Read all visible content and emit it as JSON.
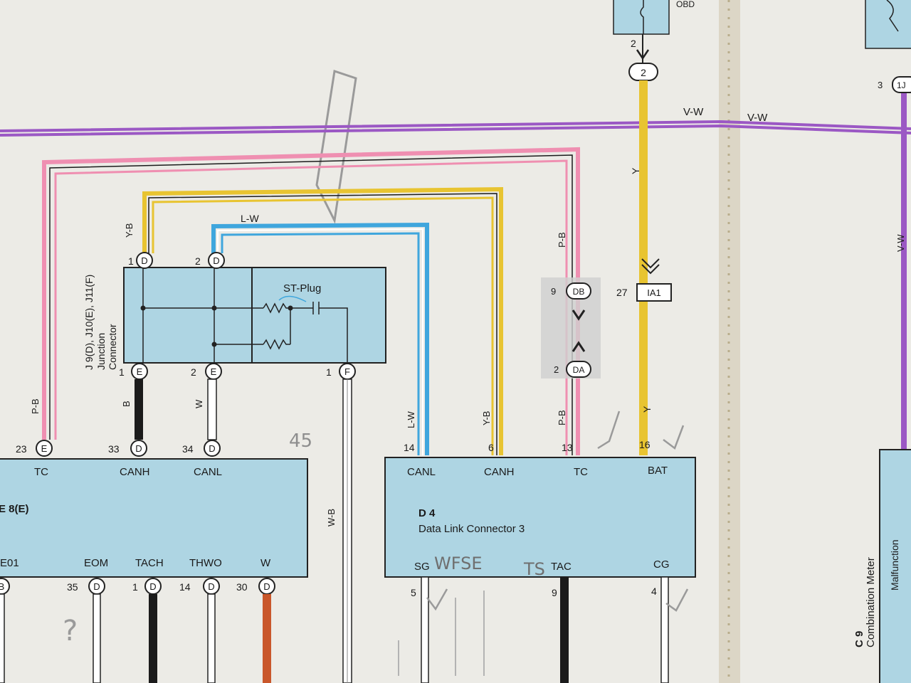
{
  "wires": {
    "v_w": "V-W",
    "y": "Y",
    "p_b": "P-B",
    "y_b": "Y-B",
    "l_w": "L-W",
    "b": "B",
    "w": "W",
    "w_b": "W-B"
  },
  "top": {
    "obd": "OBD",
    "pin2": "2",
    "conn2": "2",
    "pin3": "3",
    "conn1j": "1J"
  },
  "junction": {
    "line1": "J 9(D), J10(E), J11(F)",
    "line2": "Junction",
    "line3": "Connector",
    "st_plug": "ST-Plug",
    "pins": [
      {
        "num": "1",
        "letter": "D"
      },
      {
        "num": "2",
        "letter": "D"
      },
      {
        "num": "1",
        "letter": "E"
      },
      {
        "num": "2",
        "letter": "E"
      },
      {
        "num": "1",
        "letter": "F"
      }
    ]
  },
  "inline": {
    "db_num": "9",
    "db": "DB",
    "da_num": "2",
    "da": "DA",
    "ia1_num": "27",
    "ia1": "IA1"
  },
  "ecu": {
    "name": "E 8(E)",
    "top_pins": [
      {
        "num": "23",
        "letter": "E",
        "label": "TC"
      },
      {
        "num": "33",
        "letter": "D",
        "label": "CANH"
      },
      {
        "num": "34",
        "letter": "D",
        "label": "CANL"
      }
    ],
    "bottom_labels": [
      "E01",
      "EOM",
      "TACH",
      "THWO",
      "W"
    ],
    "bottom_pins": [
      {
        "num": "35",
        "letter": "D"
      },
      {
        "num": "1",
        "letter": "D"
      },
      {
        "num": "14",
        "letter": "D"
      },
      {
        "num": "30",
        "letter": "D"
      }
    ],
    "left_pin_letter": "B"
  },
  "dlc": {
    "code": "D 4",
    "name": "Data Link Connector 3",
    "top_pins": [
      {
        "num": "14",
        "label": "CANL"
      },
      {
        "num": "6",
        "label": "CANH"
      },
      {
        "num": "13",
        "label": "TC"
      },
      {
        "num": "16",
        "label": "BAT"
      }
    ],
    "bottom_pins": [
      {
        "num": "5",
        "label": "SG"
      },
      {
        "num": "9",
        "label": "TAC"
      },
      {
        "num": "4",
        "label": "CG"
      }
    ]
  },
  "meter": {
    "code": "C 9",
    "name": "Combination Meter",
    "lamp": "Malfunction"
  },
  "handwriting": {
    "n45": "45",
    "wfse": "WFSE",
    "ts": "TS",
    "q": "?"
  },
  "colors": {
    "violet": "#9b58c4",
    "pink": "#ef8fb1",
    "yellow": "#e8c431",
    "blue": "#3fa6dd",
    "black": "#1b1b1b",
    "orange": "#c9572b",
    "box": "#aed5e3",
    "paper": "#ecebe6"
  }
}
